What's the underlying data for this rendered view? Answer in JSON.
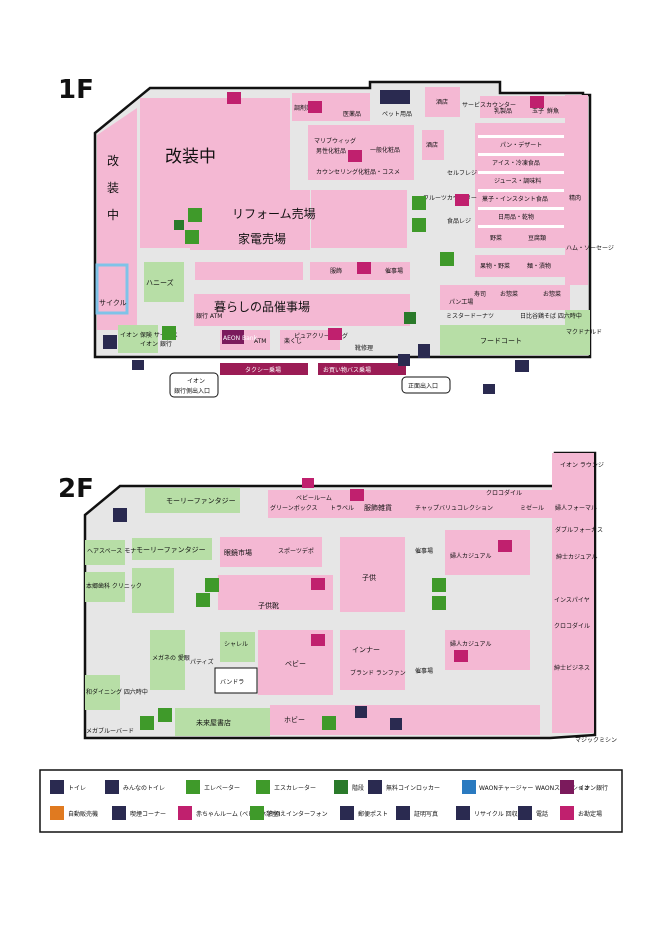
{
  "floors": {
    "f1": {
      "label": "1F",
      "rooms": {
        "renovation": "改装中",
        "renovation_v1": "改",
        "renovation_v2": "装",
        "renovation_v3": "中",
        "cycle": "サイクル",
        "honeys": "ハニーズ",
        "reform": "リフォーム売場",
        "appliances": "家電売場",
        "living_events": "暮らしの品催事場",
        "pharmacy": "調剤薬局",
        "medicine": "医薬品",
        "pet": "ペット用品",
        "maripo": "マリブウィッグ",
        "mens_cosme": "男性化粧品",
        "general_cosme": "一般化粧品",
        "counseling": "カウンセリング化粧品・コスメ",
        "liquor_left": "酒店",
        "liquor_right": "酒店",
        "service_counter": "サービスカウンター",
        "self_register": "セルフレジ",
        "fruit_counter": "フルーツカウンター",
        "food_register": "食品レジ",
        "dairy": "乳製品",
        "egg": "玉子",
        "fish": "鮮魚",
        "bread_dessert": "パン・デザート",
        "ice_frozen": "アイス・冷凍食品",
        "juice": "ジュース・調味料",
        "snacks": "菓子・インスタント食品",
        "daily_dry": "日用品・乾物",
        "fresh_meat": "精肉",
        "ham_sausage": "ハム・ソーセージ",
        "vegetables": "野菜",
        "tofu": "豆腐類",
        "fruit_veg": "果物・野菜",
        "noodles": "麺・漬物",
        "clothing": "服飾",
        "event_space": "催事場",
        "bread_factory": "パン工場",
        "sushi": "寿司",
        "side_dish1": "お惣菜",
        "side_dish2": "お惣菜",
        "mister_donut": "ミスタードーナツ",
        "ramen": "日比谷鶏そば 四六時中",
        "mcdonalds": "マクドナルド",
        "food_court": "フードコート",
        "aeon_insurance": "イオン 保険 サービス",
        "aeon_bank": "イオン 銀行",
        "bank_atm": "銀行 ATM",
        "atm": "ATM",
        "juice_stand": "楽くじ",
        "pure_cleaning": "ピュアクリーニング",
        "housecleaning": "靴修理",
        "taxi": "タクシー乗場",
        "shopping_bus": "お買い物バス乗場"
      },
      "entrance_bank_1": "イオン",
      "entrance_bank_2": "銀行側出入口",
      "entrance_main": "正面出入口",
      "atm_badge": "AEON Bank"
    },
    "f2": {
      "label": "2F",
      "rooms": {
        "molly1": "モーリーファンタジー",
        "molly2": "モーリーファンタジー",
        "hair_space": "ヘアスペース モナ",
        "dental": "本郷歯科 クリニック",
        "glasses_corner": "メガネの 愛眼",
        "wa_dining": "和ダイニング 四六時中",
        "mega_bird": "メガブルーバード",
        "mirai_books": "未来屋書店",
        "hobby": "ホビー",
        "glasses_city": "眼鏡市場",
        "sports": "スポーツデポ",
        "kids_shoes": "子供靴",
        "kids": "子供",
        "baby": "ベビー",
        "inner": "インナー",
        "brand_fan": "ブランド ランファン",
        "chalet": "シャレル",
        "partis": "パティズ",
        "bandra": "バンドラ",
        "green_box": "グリーンボックス",
        "travel": "トラベル",
        "fashion_misc": "服飾雑貨",
        "chappu": "チャップバリュコレクション",
        "crocodile1": "クロコダイル",
        "mizel": "ミゼール",
        "ladies_formal": "婦人フォーマル",
        "ladies_casual1": "婦人カジュアル",
        "ladies_casual2": "婦人カジュアル",
        "double_formal": "ダブルフォーカス",
        "mens_casual": "紳士カジュアル",
        "inspiration": "インスパイヤ",
        "crocodile2": "クロコダイル",
        "mens_business": "紳士ビジネス",
        "aeon_lounge": "イオン ラウンジ",
        "magic_mishin": "マジックミシン",
        "event1": "催事場",
        "event2": "催事場",
        "baby_room": "ベビールーム"
      }
    }
  },
  "legend": [
    {
      "icon": "restroom-icon",
      "label": "トイレ"
    },
    {
      "icon": "accessible-restroom-icon",
      "label": "みんなのトイレ"
    },
    {
      "icon": "elevator-icon",
      "label": "エレベーター"
    },
    {
      "icon": "escalator-icon",
      "label": "エスカレーター"
    },
    {
      "icon": "stairs-icon",
      "label": "階段"
    },
    {
      "icon": "locker-icon",
      "label": "無料コインロッカー"
    },
    {
      "icon": "waon-icon",
      "label": "WAONチャージャー WAONステーション"
    },
    {
      "icon": "aeon-bank-icon",
      "label": "イオン銀行"
    },
    {
      "icon": "vending-icon",
      "label": "自動販売機"
    },
    {
      "icon": "smoking-icon",
      "label": "喫煙コーナー"
    },
    {
      "icon": "baby-room-icon",
      "label": "赤ちゃんルーム (ベビー休憩室)"
    },
    {
      "icon": "intercom-icon",
      "label": "介添えインターフォン"
    },
    {
      "icon": "postbox-icon",
      "label": "郵便ポスト"
    },
    {
      "icon": "photo-icon",
      "label": "証明写真"
    },
    {
      "icon": "recycle-icon",
      "label": "リサイクル 回収BOX"
    },
    {
      "icon": "phone-icon",
      "label": "電話"
    },
    {
      "icon": "checkout-icon",
      "label": "お勘定場"
    }
  ],
  "colors": {
    "store_pink": "#f4b8d3",
    "tenant_green": "#b7dea6",
    "corridor": "#e6e6e6",
    "checkout_magenta": "#c0206e",
    "escalator_green": "#3f9a2a",
    "aeon_purple": "#7b1a5c"
  }
}
